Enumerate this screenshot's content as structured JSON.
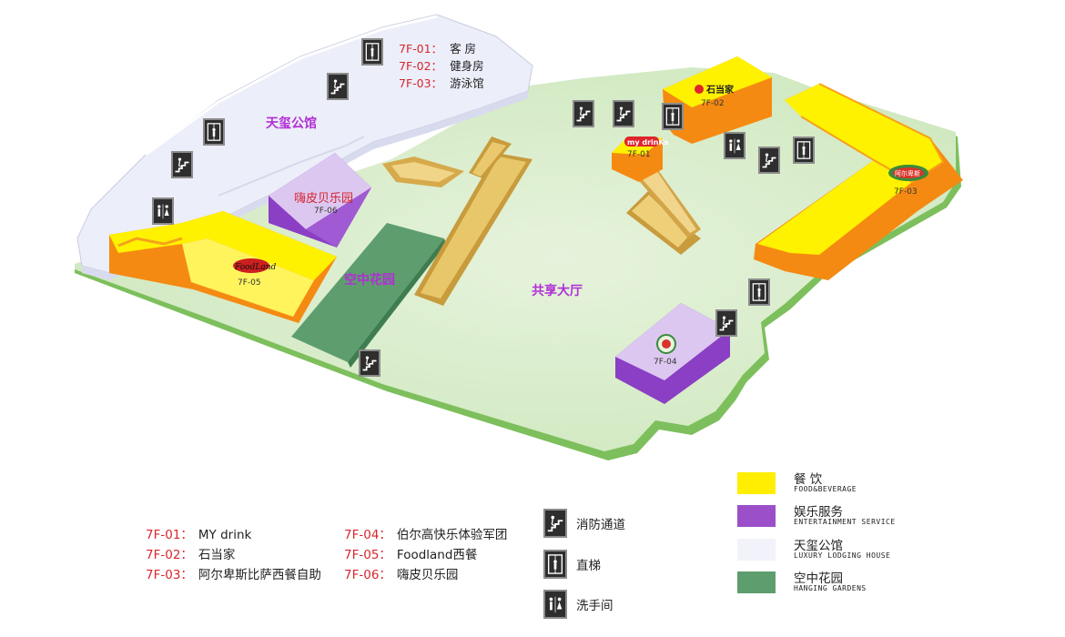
{
  "map": {
    "hotel_label": "天玺公馆",
    "play_label": "嗨皮贝乐园",
    "garden_label": "空中花园",
    "atrium_label": "共享大厅",
    "units": {
      "u01": "7F-01",
      "u02": "7F-02",
      "u03": "7F-03",
      "u04": "7F-04",
      "u05": "7F-05",
      "u06": "7F-06"
    },
    "logos": {
      "u01": "my drinKs",
      "u02": "石当家",
      "u03": "阿尔卑斯",
      "u05": "FoodLand"
    }
  },
  "tower_legend": [
    {
      "code": "7F-01：",
      "name": "客 房"
    },
    {
      "code": "7F-02：",
      "name": "健身房"
    },
    {
      "code": "7F-03：",
      "name": "游泳馆"
    }
  ],
  "unit_legend_left": [
    {
      "code": "7F-01：",
      "name": "MY drink"
    },
    {
      "code": "7F-02：",
      "name": "石当家"
    },
    {
      "code": "7F-03：",
      "name": "阿尔卑斯比萨西餐自助"
    }
  ],
  "unit_legend_right": [
    {
      "code": "7F-04：",
      "name": "伯尔高快乐体验军团"
    },
    {
      "code": "7F-05：",
      "name": "Foodland西餐"
    },
    {
      "code": "7F-06：",
      "name": "嗨皮贝乐园"
    }
  ],
  "symbol_legend": [
    {
      "icon": "stairs-icon",
      "label": "消防通道"
    },
    {
      "icon": "elevator-icon",
      "label": "直梯"
    },
    {
      "icon": "restroom-icon",
      "label": "洗手间"
    }
  ],
  "color_legend": [
    {
      "color": "#ffee00",
      "title": "餐 饮",
      "subtitle": "FOOD&BEVERAGE"
    },
    {
      "color": "#9b4fc8",
      "title": "娱乐服务",
      "subtitle": "ENTERTAINMENT SERVICE"
    },
    {
      "color": "#f2f2fa",
      "title": "天玺公馆",
      "subtitle": "LUXURY LODGING HOUSE"
    },
    {
      "color": "#5e9e6e",
      "title": "空中花园",
      "subtitle": "HANGING GARDENS"
    }
  ],
  "colors": {
    "floor": "#dcefcf",
    "floor_edge": "#8bc66a",
    "food_top": "#fff200",
    "food_side": "#f58a12",
    "ent_top": "#dcc7f0",
    "ent_side": "#8a3fc4",
    "hotel": "#eef0fa",
    "garden": "#5e9e6e"
  }
}
